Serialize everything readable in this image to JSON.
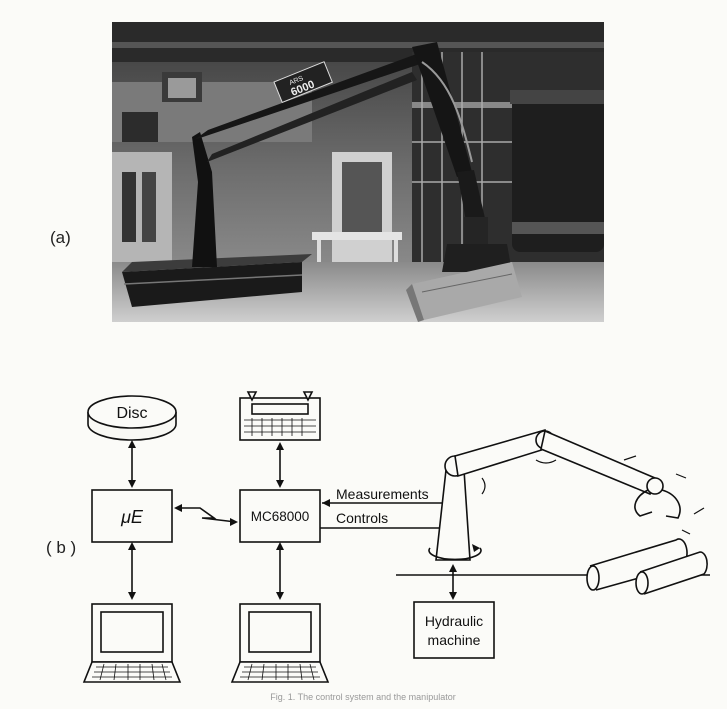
{
  "panels": {
    "a_label": "(a)",
    "b_label": "( b )"
  },
  "photo": {
    "sign_text": "6000",
    "sign_brand": "ARS"
  },
  "diagram": {
    "disc_label": "Disc",
    "micro_label": "μE",
    "cpu_label": "MC68000",
    "measurements_label": "Measurements",
    "controls_label": "Controls",
    "hydraulic_line1": "Hydraulic",
    "hydraulic_line2": "machine"
  },
  "caption": {
    "text": "Fig. 1. The control system and the manipulator"
  }
}
